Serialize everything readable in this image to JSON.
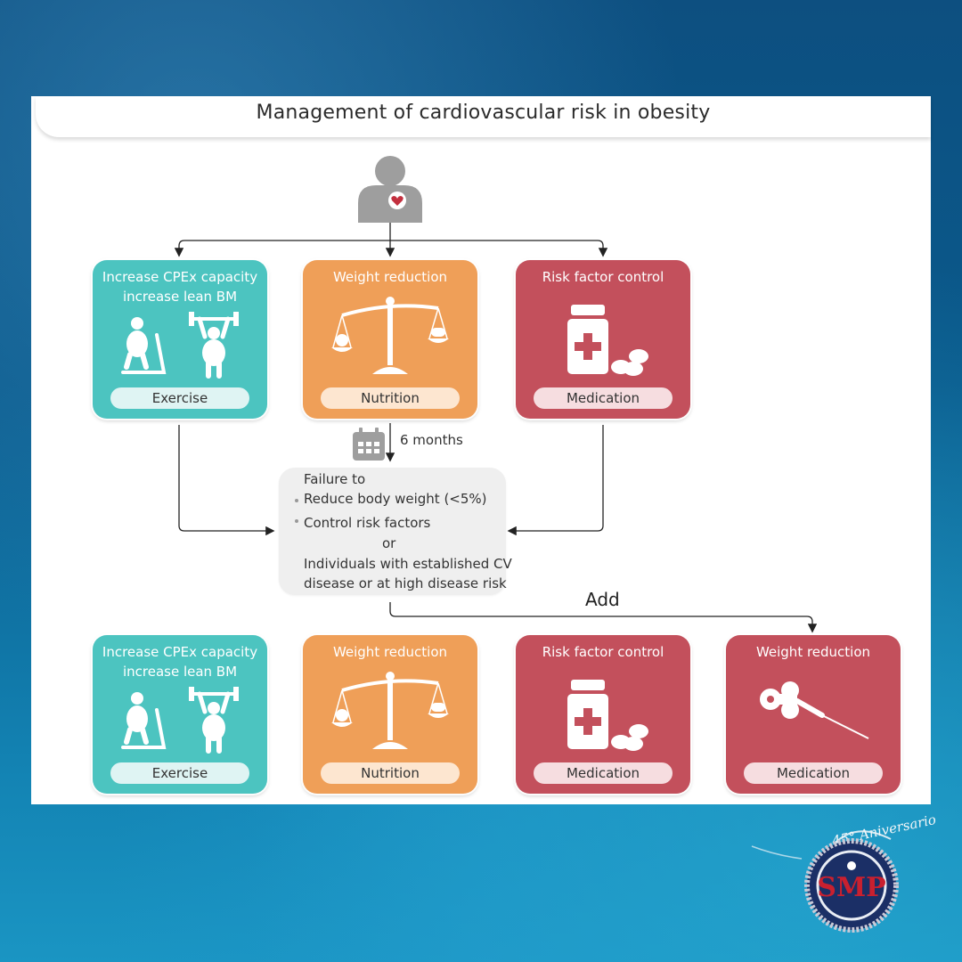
{
  "title": "Management of cardiovascular risk in obesity",
  "colors": {
    "teal": "#4cc4c0",
    "orange": "#ef9f58",
    "red": "#c3505c",
    "patient_gray": "#9e9e9e",
    "failure_box": "#efefef"
  },
  "icons": [
    "patient-heart-icon",
    "treadmill-icon",
    "weightlifter-icon",
    "scale-icon",
    "pill-bottle-icon",
    "calendar-icon",
    "injection-pen-icon"
  ],
  "top_row": [
    {
      "head_1": "Increase CPEx capacity",
      "head_2": "increase lean BM",
      "label": "Exercise"
    },
    {
      "head_1": "Weight reduction",
      "label": "Nutrition"
    },
    {
      "head_1": "Risk factor control",
      "label": "Medication"
    }
  ],
  "interval": "6 months",
  "failure": {
    "heading": "Failure to",
    "bullets": [
      "Reduce body weight (<5%)",
      "Control risk factors"
    ],
    "or": "or",
    "individuals_1": "Individuals with established CV",
    "individuals_2": "disease or at high disease risk"
  },
  "add_label": "Add",
  "bottom_row": [
    {
      "head_1": "Increase CPEx capacity",
      "head_2": "increase lean BM",
      "label": "Exercise"
    },
    {
      "head_1": "Weight reduction",
      "label": "Nutrition"
    },
    {
      "head_1": "Risk factor control",
      "label": "Medication"
    },
    {
      "head_1": "Weight reduction",
      "label": "Medication"
    }
  ],
  "watermark": {
    "script_text": "45° Aniversario",
    "logo_letters": "SMP"
  }
}
